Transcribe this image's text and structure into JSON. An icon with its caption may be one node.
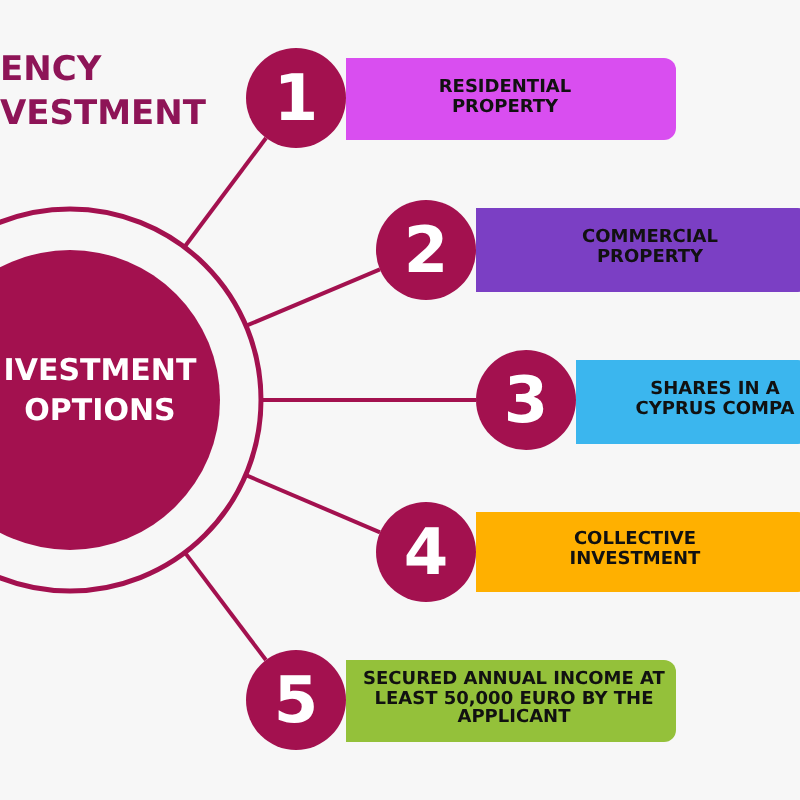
{
  "diagram": {
    "title": "ENCY VESTMENT",
    "nodes": [
      {
        "text": [
          "IVESTMENT OPTIONS"
        ]
      },
      {
        "text": [
          "1"
        ]
      },
      {
        "text": [
          "RESIDENTIAL PROPERTY"
        ]
      },
      {
        "text": [
          "2"
        ]
      },
      {
        "text": [
          "COMMERCIAL PROPERTY"
        ]
      },
      {
        "text": [
          "3"
        ]
      },
      {
        "text": [
          "SHARES IN A CYPRUS COMPA"
        ]
      },
      {
        "text": [
          "4"
        ]
      },
      {
        "text": [
          "COLLECTIVE INVESTMENT"
        ]
      },
      {
        "text": [
          "5"
        ]
      },
      {
        "text": [
          "SECURED ANNUAL INCOME AT LEAST 50,000 EURO BY THE APPLICANT"
        ]
      }
    ],
    "edges": [
      {
        "from": 0,
        "to": 1,
        "arrow": "none"
      },
      {
        "from": 0,
        "to": 3,
        "arrow": "none"
      },
      {
        "from": 0,
        "to": 5,
        "arrow": "none"
      },
      {
        "from": 0,
        "to": 7,
        "arrow": "none"
      },
      {
        "from": 0,
        "to": 9,
        "arrow": "none"
      }
    ]
  }
}
